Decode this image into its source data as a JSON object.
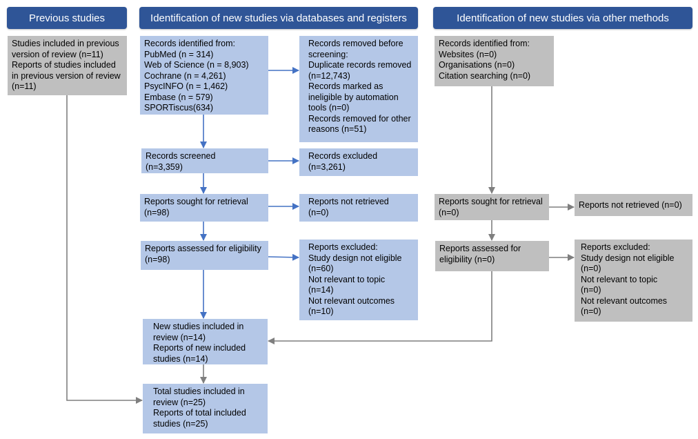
{
  "headers": {
    "previous": "Previous studies",
    "databases": "Identification of new studies via databases and registers",
    "other": "Identification of new studies via other methods"
  },
  "previous_studies": {
    "included": "Studies included in previous version of review (n=11)\nReports of studies included in previous version of review (n=11)"
  },
  "databases": {
    "identified": "Records identified from:\nPubMed (n = 314)\nWeb of Science (n = 8,903)\nCochrane (n = 4,261)\nPsycINFO (n = 1,462)\nEmbase (n = 579)\nSPORTiscus(634)",
    "removed": "Records removed before screening:\nDuplicate records removed (n=12,743)\nRecords marked as ineligible by automation tools (n=0)\nRecords removed for other reasons (n=51)",
    "screened": "Records screened\n(n=3,359)",
    "excluded": "Records excluded\n(n=3,261)",
    "sought": "Reports sought for retrieval\n(n=98)",
    "not_retrieved": "Reports not retrieved\n(n=0)",
    "assessed": "Reports assessed for eligibility (n=98)",
    "reports_excluded": "Reports excluded:\nStudy design not eligible (n=60)\nNot relevant to topic\n(n=14)\nNot relevant outcomes\n(n=10)",
    "new_included": "New studies included in review (n=14)\nReports of new included studies (n=14)",
    "total_included": "Total studies included in review (n=25)\nReports of total included studies (n=25)"
  },
  "other_methods": {
    "identified": "Records identified from:\nWebsites (n=0)\nOrganisations (n=0)\nCitation searching (n=0)",
    "sought": "Reports sought for retrieval\n(n=0)",
    "not_retrieved": "Reports not retrieved (n=0)",
    "assessed": "Reports assessed for eligibility (n=0)",
    "reports_excluded": "Reports excluded:\nStudy design not eligible\n(n=0)\nNot relevant to topic\n(n=0)\nNot relevant outcomes\n (n=0)"
  },
  "colors": {
    "header": "#2f5597",
    "blue_box": "#b4c7e7",
    "gray_box": "#bfbfbf",
    "blue_arrow": "#4472c4",
    "gray_arrow": "#7f7f7f"
  }
}
